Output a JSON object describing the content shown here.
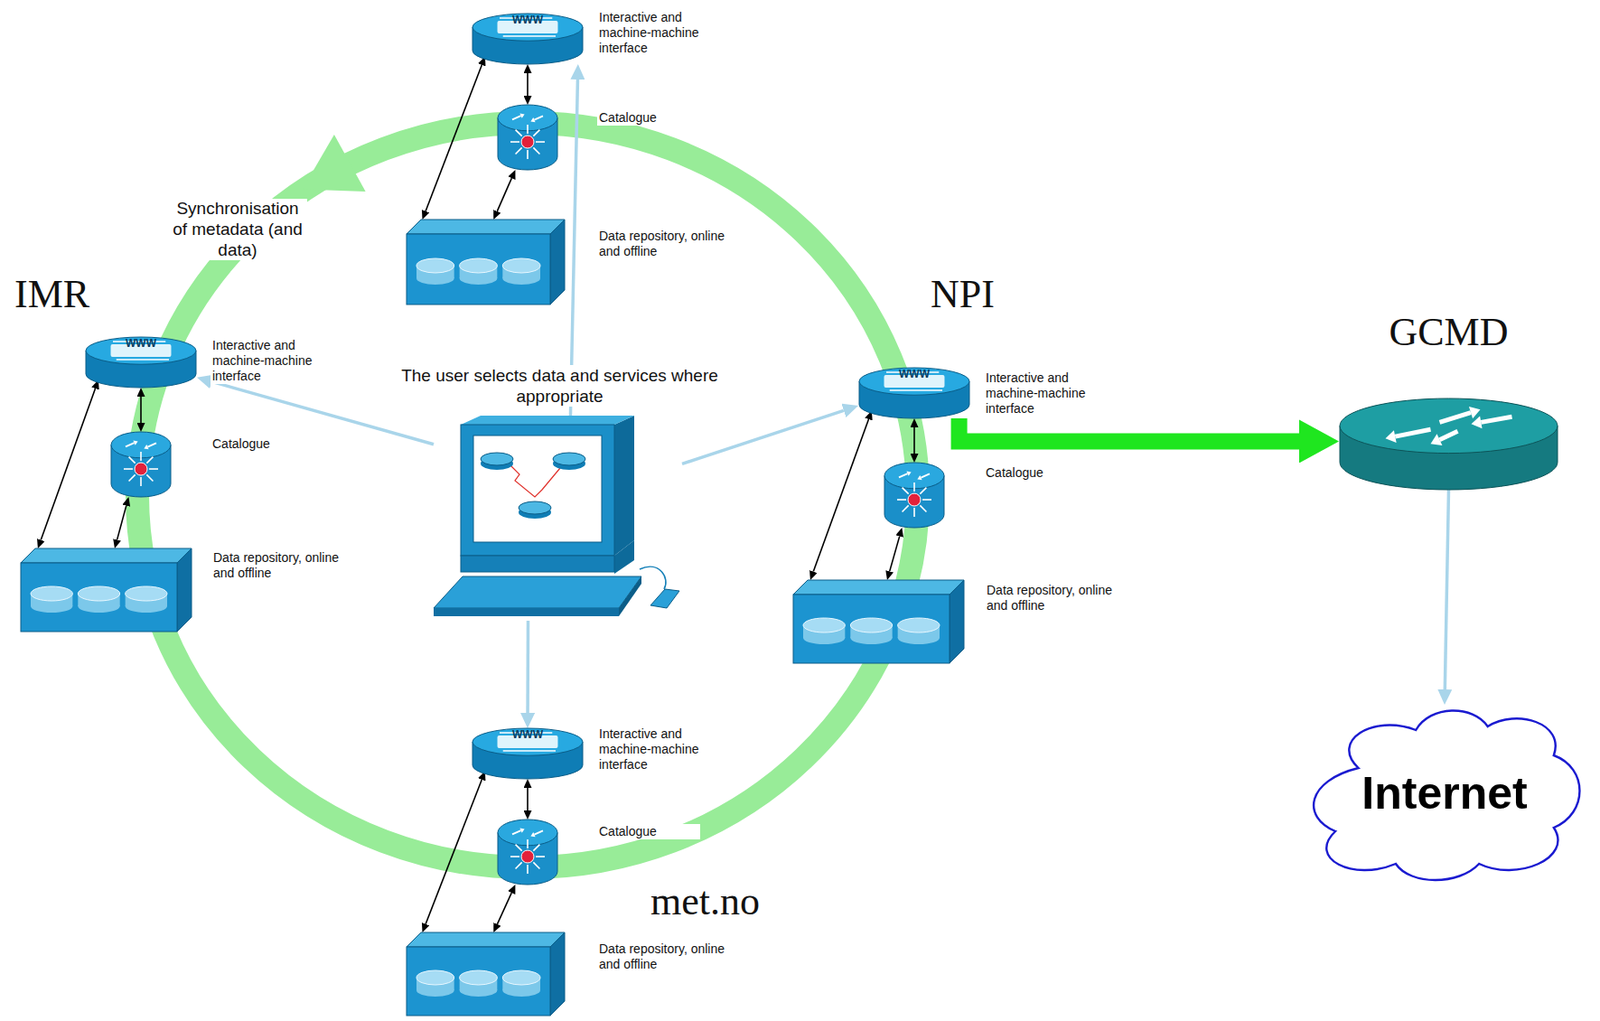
{
  "diagram": {
    "nodes": [
      {
        "text": [
          "WWW",
          "Interactive and machine-machine interface"
        ]
      },
      {
        "text": [
          "Catalogue"
        ]
      },
      {
        "text": [
          "Data repository, online and offline"
        ]
      },
      {
        "text": [
          "WWW",
          "Interactive and machine-machine interface"
        ]
      },
      {
        "text": [
          "Catalogue"
        ]
      },
      {
        "text": [
          "Data repository, online and offline"
        ]
      },
      {
        "text": [
          "The user selects data and services where appropriate"
        ]
      },
      {
        "text": [
          "WWW",
          "Interactive and machine-machine interface"
        ]
      },
      {
        "text": [
          "Catalogue"
        ]
      },
      {
        "text": [
          "Data repository, online and offline"
        ]
      },
      {
        "text": [
          "WWW",
          "Interactive and machine-machine interface"
        ]
      },
      {
        "text": [
          "Catalogue"
        ]
      },
      {
        "text": [
          "Data repository, online and offline"
        ]
      },
      {
        "text": [
          "GCMD"
        ]
      },
      {
        "text": [
          "Internet"
        ]
      }
    ],
    "edges": [
      {
        "from": 0,
        "to": 1,
        "arrow": "both"
      },
      {
        "from": 1,
        "to": 2,
        "arrow": "both"
      },
      {
        "from": 0,
        "to": 2,
        "arrow": "both"
      },
      {
        "from": 3,
        "to": 4,
        "arrow": "both"
      },
      {
        "from": 4,
        "to": 5,
        "arrow": "both"
      },
      {
        "from": 3,
        "to": 5,
        "arrow": "both"
      },
      {
        "from": 7,
        "to": 8,
        "arrow": "both"
      },
      {
        "from": 8,
        "to": 9,
        "arrow": "both"
      },
      {
        "from": 7,
        "to": 9,
        "arrow": "both"
      },
      {
        "from": 10,
        "to": 11,
        "arrow": "both"
      },
      {
        "from": 11,
        "to": 12,
        "arrow": "both"
      },
      {
        "from": 10,
        "to": 12,
        "arrow": "both"
      },
      {
        "from": 6,
        "to": 0,
        "arrow": "to"
      },
      {
        "from": 6,
        "to": 3,
        "arrow": "to"
      },
      {
        "from": 6,
        "to": 7,
        "arrow": "to"
      },
      {
        "from": 6,
        "to": 10,
        "arrow": "to"
      },
      {
        "from": 7,
        "to": 13,
        "arrow": "to"
      },
      {
        "from": 13,
        "to": 14,
        "arrow": "to"
      }
    ],
    "labels": [
      "Synchronisation of metadata (and data)",
      "IMR",
      "NPI",
      "met.no"
    ]
  }
}
